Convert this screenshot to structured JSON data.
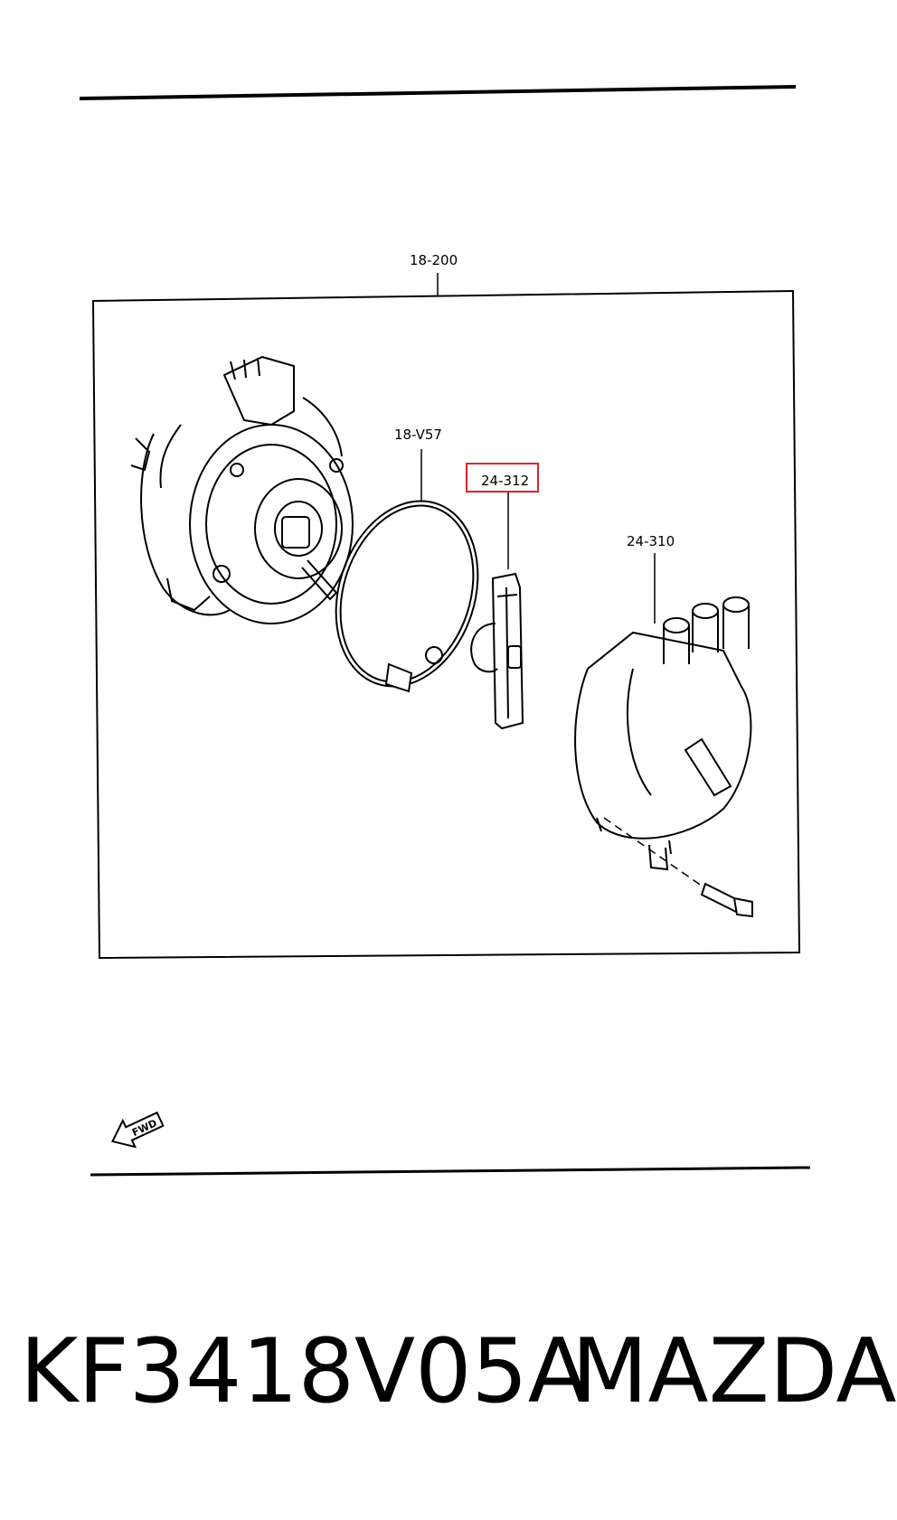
{
  "callouts": {
    "assembly": "18-200",
    "gasket": "18-V57",
    "rotor": "24-312",
    "cap": "24-310"
  },
  "fwd_label": "FWD",
  "highlight_color": "#d9262c",
  "caption": {
    "part_number": "KF3418V05A",
    "brand": "MAZDA"
  }
}
